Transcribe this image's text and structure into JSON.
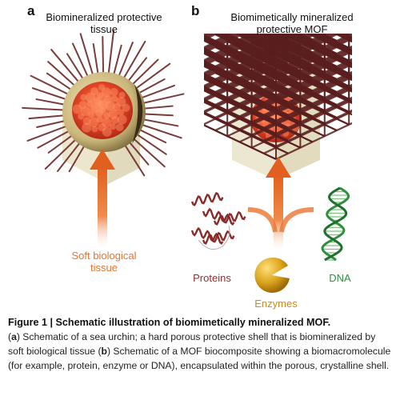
{
  "panel_a": {
    "letter": "a",
    "title_line1": "Biomineralized protective",
    "title_line2": "tissue",
    "label_line1": "Soft biological",
    "label_line2": "tissue"
  },
  "panel_b": {
    "letter": "b",
    "title_line1": "Biomimetically mineralized",
    "title_line2": "protective MOF",
    "proteins_label": "Proteins",
    "enzymes_label": "Enzymes",
    "dna_label": "DNA"
  },
  "caption": {
    "title": "Figure 1 | Schematic illustration of biomimetically mineralized MOF.",
    "a_open": "(",
    "a_letter": "a",
    "a_text": ") Schematic of a sea urchin; a hard porous protective shell that is biomineralized by soft biological tissue (",
    "b_letter": "b",
    "b_text": ") Schematic of a MOF biocomposite showing a biomacromolecule (for example, protein, enzyme or DNA), encapsulated within the porous, crystalline shell."
  },
  "colors": {
    "arrow": "#e8742f",
    "spine": "#7a3b3b",
    "frame": "#5a1e1e",
    "pane": "#e6dfc0",
    "tissue": "#e24a2a",
    "protein": "#8b2a2a",
    "enzyme": "#d99a12",
    "dna": "#2f8f3f"
  }
}
